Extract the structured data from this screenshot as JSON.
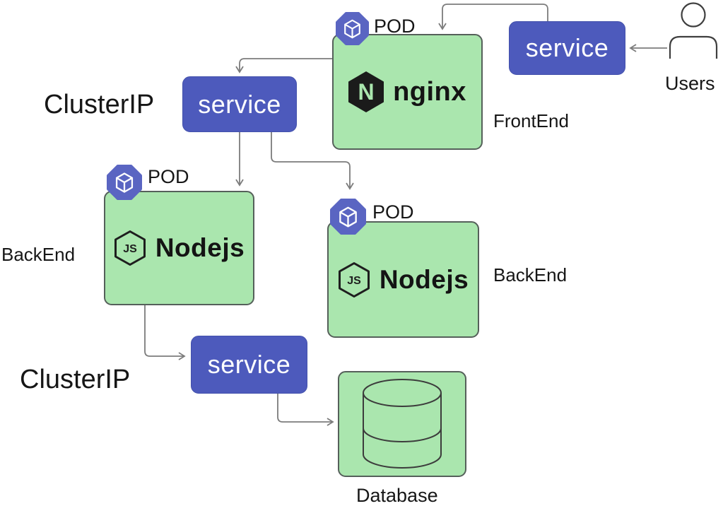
{
  "nodes": {
    "frontend_pod": {
      "badge": "POD",
      "app": "nginx",
      "logo_initial": "N",
      "role_label": "FrontEnd"
    },
    "backend_pod_left": {
      "badge": "POD",
      "app": "Nodejs",
      "logo_badge": "JS",
      "role_label": "BackEnd"
    },
    "backend_pod_right": {
      "badge": "POD",
      "app": "Nodejs",
      "logo_badge": "JS",
      "role_label": "BackEnd"
    },
    "database": {
      "label": "Database"
    }
  },
  "services": {
    "external": {
      "label": "service"
    },
    "frontend_cluster_ip": {
      "label": "service",
      "type_label": "ClusterIP"
    },
    "backend_cluster_ip": {
      "label": "service",
      "type_label": "ClusterIP"
    }
  },
  "actors": {
    "users": {
      "label": "Users"
    }
  },
  "colors": {
    "pod_fill": "#aae6ae",
    "pod_border": "#55605a",
    "service_fill": "#4d5abc",
    "service_text": "#ffffff",
    "pod_icon_fill": "#5a65c2",
    "logo_dark": "#1b1b1b",
    "arrow": "#7c7c7c",
    "text": "#161616"
  }
}
